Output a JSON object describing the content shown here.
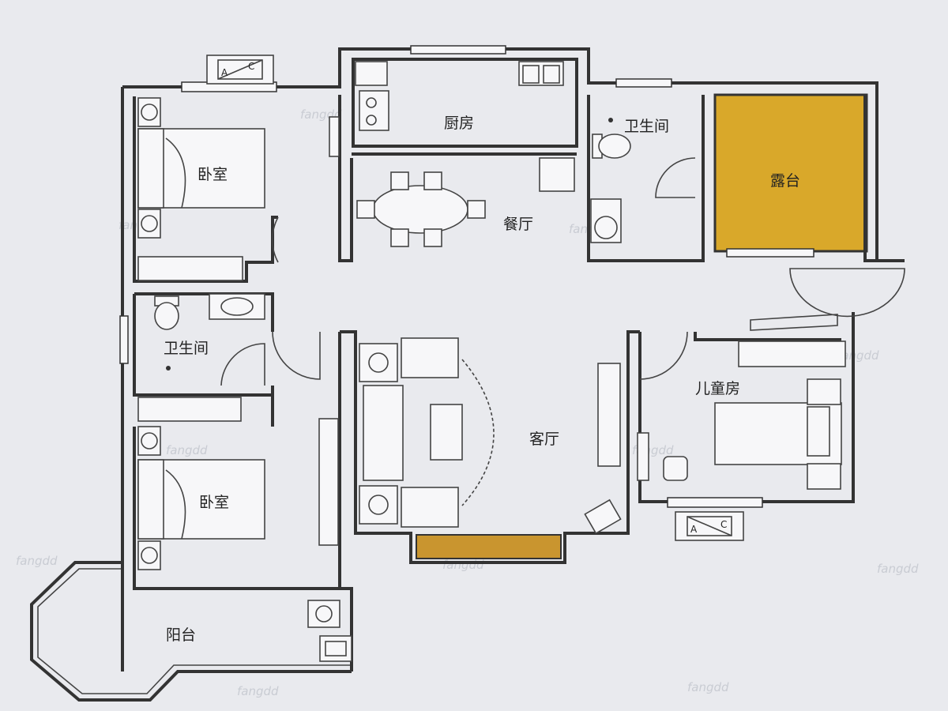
{
  "rooms": {
    "bedroom_top": "卧室",
    "kitchen": "厨房",
    "bathroom_right": "卫生间",
    "terrace": "露台",
    "dining": "餐厅",
    "bathroom_left": "卫生间",
    "living": "客厅",
    "kids_room": "儿童房",
    "bedroom_bottom": "卧室",
    "balcony": "阳台"
  },
  "ac_unit": {
    "letter_a": "A",
    "letter_c": "C"
  },
  "watermark": "fangdd",
  "colors": {
    "background": "#e9eaee",
    "wall": "#333333",
    "terrace_fill": "#d9a82a",
    "window_fill": "#c9952f"
  }
}
